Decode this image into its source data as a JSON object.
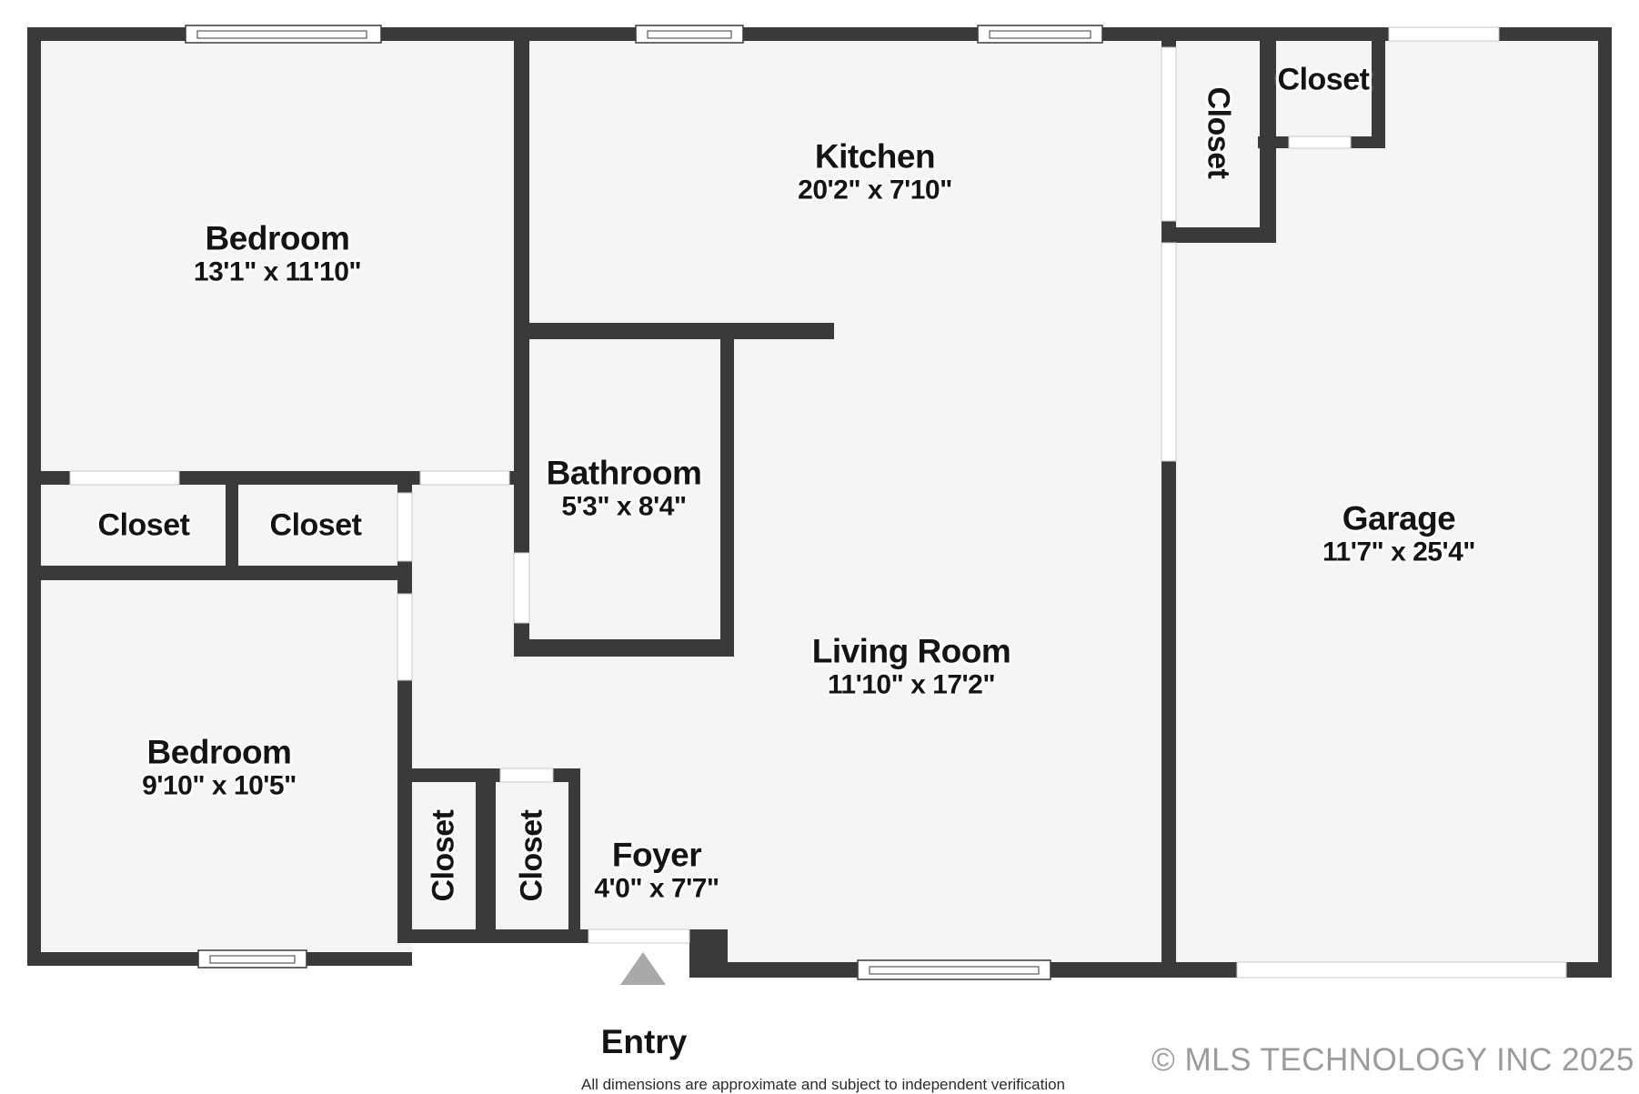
{
  "rooms": {
    "bedroom1": {
      "label": "Bedroom",
      "dims": "13'1\" x 11'10\""
    },
    "kitchen": {
      "label": "Kitchen",
      "dims": "20'2\" x 7'10\""
    },
    "bathroom": {
      "label": "Bathroom",
      "dims": "5'3\" x 8'4\""
    },
    "living": {
      "label": "Living Room",
      "dims": "11'10\" x 17'2\""
    },
    "garage": {
      "label": "Garage",
      "dims": "11'7\" x 25'4\""
    },
    "bedroom2": {
      "label": "Bedroom",
      "dims": "9'10\" x 10'5\""
    },
    "foyer": {
      "label": "Foyer",
      "dims": "4'0\" x 7'7\""
    }
  },
  "closets": {
    "pantry": "Closet",
    "garage_corner": "Closet",
    "hall_left": "Closet",
    "hall_right": "Closet",
    "foyer_left": "Closet",
    "foyer_right": "Closet"
  },
  "entry": {
    "label": "Entry"
  },
  "footer": {
    "disclaimer": "All dimensions are approximate and subject to independent verification",
    "copyright": "© MLS TECHNOLOGY INC 2025"
  },
  "colors": {
    "wall": "#3a3a3c",
    "floor": "#f5f5f5",
    "door_outline": "#c9c9c9",
    "entry_arrow": "#a9a9a9",
    "copyright_text": "#9b9b9b",
    "label_text": "#141414"
  }
}
